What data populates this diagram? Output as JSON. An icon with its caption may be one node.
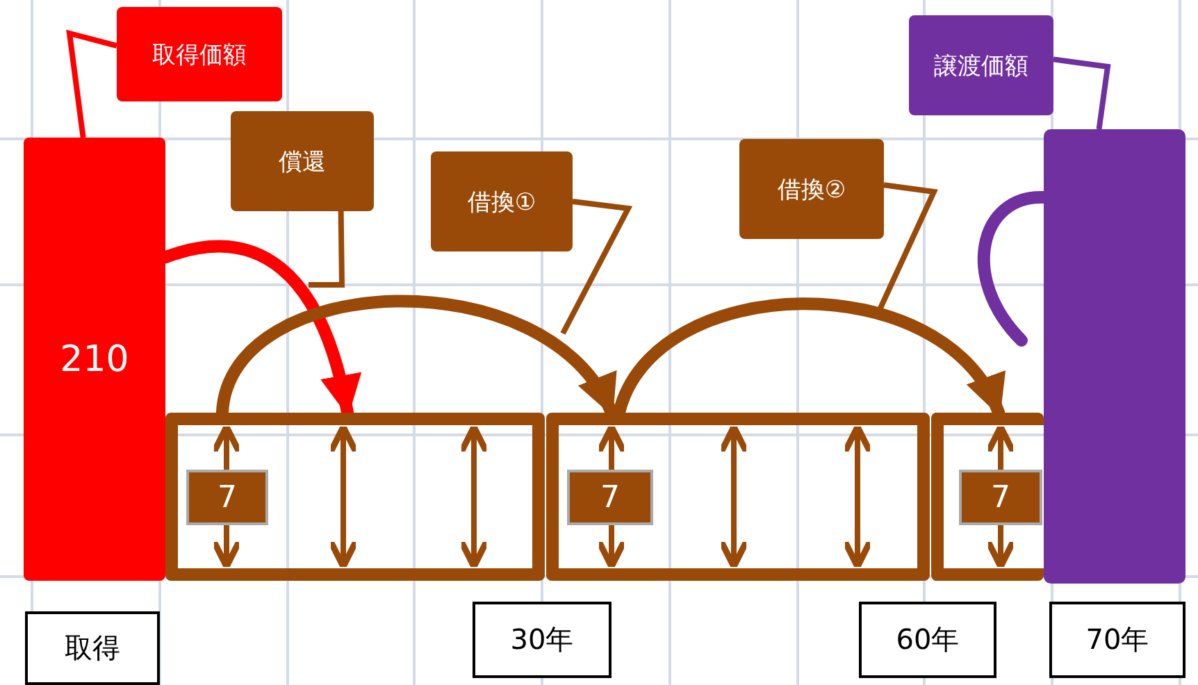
{
  "diagram": {
    "nodes": [
      {
        "text": [
          "取得価額"
        ]
      },
      {
        "text": [
          "210"
        ]
      },
      {
        "text": [
          "償還"
        ]
      },
      {
        "text": [
          "借換①"
        ]
      },
      {
        "text": [
          "借換②"
        ]
      },
      {
        "text": [
          "譲渡価額"
        ]
      },
      {
        "text": [],
        "shape": "bar"
      },
      {
        "text": [],
        "shape": "box"
      },
      {
        "text": [
          "7"
        ],
        "in": 7
      },
      {
        "text": [],
        "shape": "box"
      },
      {
        "text": [
          "7"
        ],
        "in": 9
      },
      {
        "text": [],
        "shape": "box"
      },
      {
        "text": [
          "7"
        ],
        "in": 11
      },
      {
        "text": [
          "取得"
        ]
      },
      {
        "text": [
          "30年"
        ]
      },
      {
        "text": [
          "60年"
        ]
      },
      {
        "text": [
          "70年"
        ]
      }
    ],
    "edges": [
      {
        "from": 0,
        "to": 1,
        "arrow": "none",
        "color": "#ff0000"
      },
      {
        "from": 2,
        "to": null,
        "arrow": "none"
      },
      {
        "from": 3,
        "to": null,
        "arrow": "none"
      },
      {
        "from": 4,
        "to": null,
        "arrow": "none"
      },
      {
        "from": 5,
        "to": 6,
        "arrow": "none",
        "color": "#7030a0"
      },
      {
        "from": 1,
        "to": 7,
        "arrow": "to",
        "style": "thick",
        "color": "#ff0000"
      },
      {
        "from": 7,
        "to": 9,
        "arrow": "to",
        "style": "thick"
      },
      {
        "from": 9,
        "to": 11,
        "arrow": "to",
        "style": "thick"
      },
      {
        "from": 6,
        "to": null,
        "arrow": "none",
        "style": "thick",
        "color": "#7030a0"
      }
    ]
  }
}
